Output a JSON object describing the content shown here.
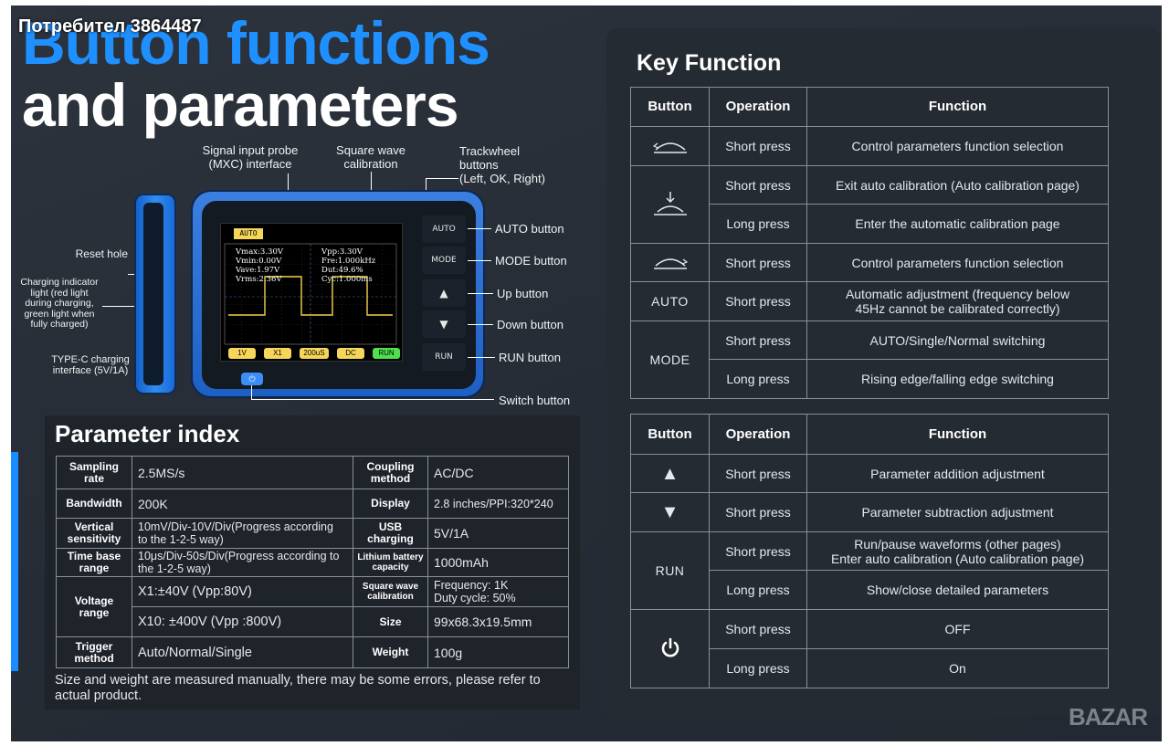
{
  "watermark_user": "Потребител 3864487",
  "hero": {
    "line1": "Button functions",
    "line2": "and parameters"
  },
  "device_labels": {
    "signal_probe": [
      "Signal input probe",
      "(MXC) interface"
    ],
    "square_wave": [
      "Square wave",
      "calibration"
    ],
    "trackwheel": [
      "Trackwheel",
      "buttons",
      "(Left, OK, Right)"
    ],
    "reset_hole": "Reset hole",
    "charging_indicator": [
      "Charging indicator",
      "light (red light",
      "during charging,",
      "green light when",
      "fully charged)"
    ],
    "type_c": [
      "TYPE-C charging",
      "interface (5V/1A)"
    ],
    "auto_button": "AUTO button",
    "mode_button": "MODE button",
    "up_button": "Up button",
    "down_button": "Down button",
    "run_button": "RUN button",
    "switch_button": "Switch button"
  },
  "device_keys": {
    "auto": "AUTO",
    "mode": "MODE",
    "run": "RUN"
  },
  "screen": {
    "badge": "AUTO",
    "left_readings": [
      "Vmax:3.30V",
      "Vmin:0.00V",
      "Vave:1.97V",
      "Vrms:2.36V"
    ],
    "right_readings": [
      "Vpp:3.30V",
      "Fre:1.000kHz",
      "Dut:49.6%",
      "Cyc:1.000ms"
    ],
    "chips": [
      "1V",
      "X1",
      "200uS",
      "DC",
      "RUN"
    ]
  },
  "key_function": {
    "title": "Key Function",
    "headers": [
      "Button",
      "Operation",
      "Function"
    ],
    "table1": {
      "trackwheel_row": {
        "operation": "Short press",
        "function": "Control parameters function selection"
      },
      "ok_short": {
        "operation": "Short press",
        "function": "Exit auto calibration (Auto calibration page)"
      },
      "ok_long": {
        "operation": "Long press",
        "function": "Enter the automatic calibration page"
      },
      "right_row": {
        "operation": "Short press",
        "function": "Control parameters function selection"
      },
      "auto_label": "AUTO",
      "auto_row": {
        "operation": "Short press",
        "function_line1": "Automatic adjustment (frequency below",
        "function_line2": "45Hz cannot be calibrated correctly)"
      },
      "mode_label": "MODE",
      "mode_short": {
        "operation": "Short press",
        "function": "AUTO/Single/Normal switching"
      },
      "mode_long": {
        "operation": "Long press",
        "function": "Rising edge/falling edge switching"
      }
    },
    "table2": {
      "up_row": {
        "operation": "Short press",
        "function": "Parameter addition adjustment"
      },
      "down_row": {
        "operation": "Short press",
        "function": "Parameter subtraction adjustment"
      },
      "run_label": "RUN",
      "run_short": {
        "operation": "Short press",
        "function_line1": "Run/pause waveforms (other pages)",
        "function_line2": "Enter auto calibration (Auto calibration page)"
      },
      "run_long": {
        "operation": "Long press",
        "function": "Show/close detailed parameters"
      },
      "power_short": {
        "operation": "Short press",
        "function": "OFF"
      },
      "power_long": {
        "operation": "Long press",
        "function": "On"
      }
    }
  },
  "parameter_index": {
    "title": "Parameter index",
    "rows": {
      "sampling_rate": {
        "key": [
          "Sampling",
          "rate"
        ],
        "value": "2.5MS/s"
      },
      "coupling": {
        "key": [
          "Coupling",
          "method"
        ],
        "value": "AC/DC"
      },
      "bandwidth": {
        "key": "Bandwidth",
        "value": "200K"
      },
      "display": {
        "key": "Display",
        "value": "2.8 inches/PPI:320*240"
      },
      "vertical": {
        "key": [
          "Vertical",
          "sensitivity"
        ],
        "value": [
          "10mV/Div-10V/Div(Progress according",
          "to the 1-2-5 way)"
        ]
      },
      "usb": {
        "key": [
          "USB",
          "charging"
        ],
        "value": "5V/1A"
      },
      "timebase": {
        "key": [
          "Time base",
          "range"
        ],
        "value": [
          "10μs/Div-50s/Div(Progress according to",
          "the 1-2-5 way)"
        ]
      },
      "battery": {
        "key": [
          "Lithium battery",
          "capacity"
        ],
        "value": "1000mAh"
      },
      "voltage": {
        "key": [
          "Voltage",
          "range"
        ],
        "value1": "X1:±40V (Vpp:80V)",
        "value2": "X10: ±400V (Vpp :800V)"
      },
      "square": {
        "key": [
          "Square wave",
          "calibration"
        ],
        "value": [
          "Frequency: 1K",
          "Duty cycle: 50%"
        ]
      },
      "size": {
        "key": "Size",
        "value": "99x68.3x19.5mm"
      },
      "trigger": {
        "key": [
          "Trigger",
          "method"
        ],
        "value": "Auto/Normal/Single"
      },
      "weight": {
        "key": "Weight",
        "value": "100g"
      }
    },
    "note": "Size and weight are measured manually, there may be some errors, please refer to actual product."
  },
  "footer_logo": "BAZAR",
  "colors": {
    "accent": "#1e90ff",
    "background": "#2a3038",
    "panel": "#252b33",
    "border": "#8a909a"
  }
}
